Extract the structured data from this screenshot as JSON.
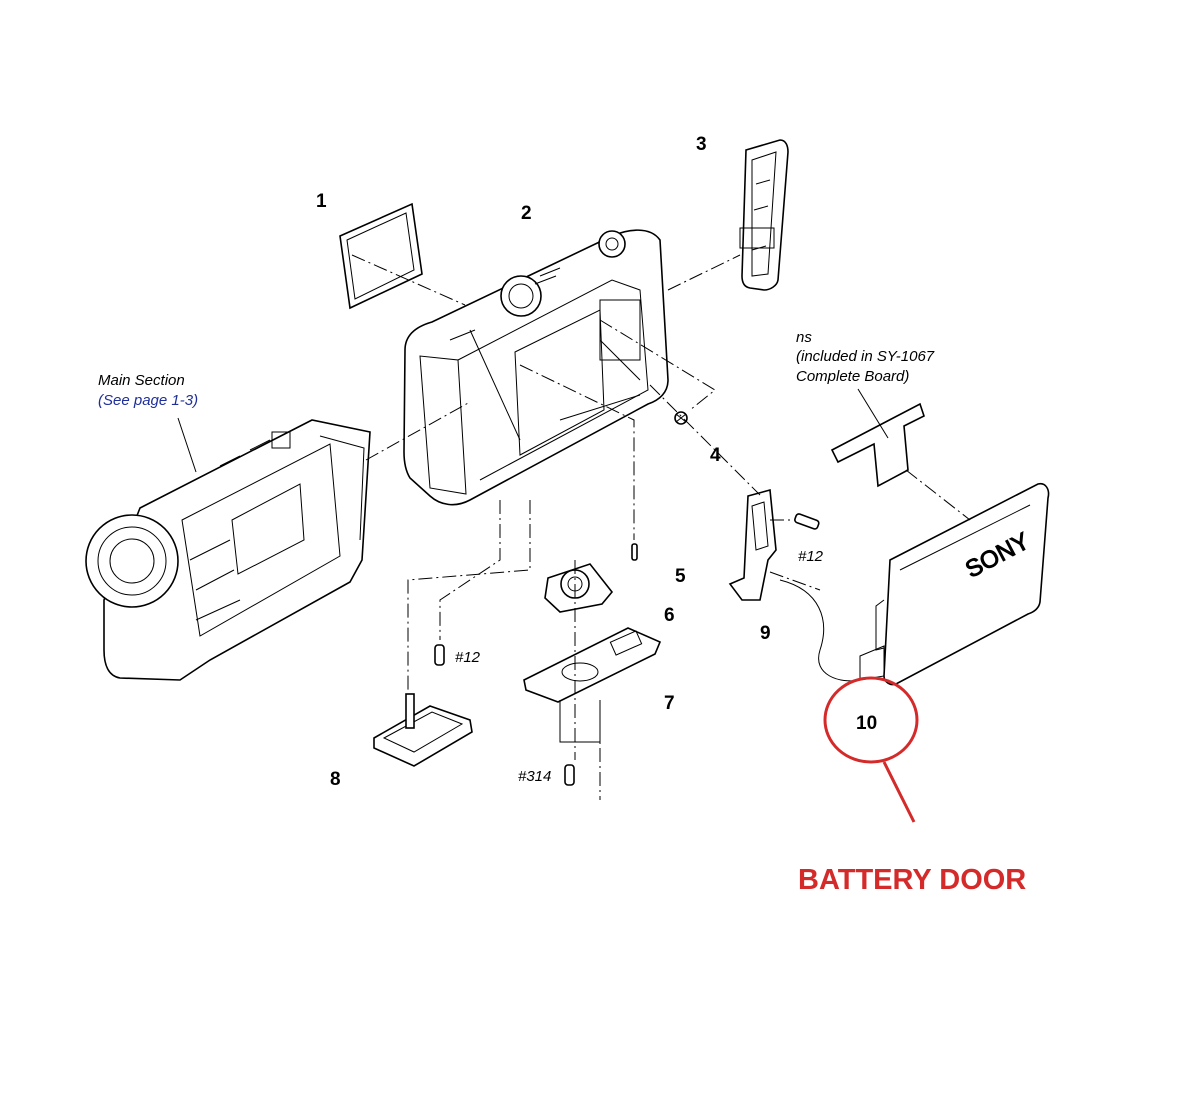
{
  "labels": {
    "p1": "1",
    "p2": "2",
    "p3": "3",
    "p4": "4",
    "p5": "5",
    "p6": "6",
    "p7": "7",
    "p8": "8",
    "p9": "9",
    "p10": "10"
  },
  "screws": {
    "s12a": "#12",
    "s12b": "#12",
    "s314": "#314"
  },
  "main_section": {
    "title": "Main Section",
    "ref": "(See page 1-3)"
  },
  "board_note": {
    "line1": "ns",
    "line2": "(included in SY-1067",
    "line3": "Complete Board)"
  },
  "brand_mark": "SONY",
  "callout": {
    "text": "BATTERY DOOR",
    "color": "#d42a2a"
  }
}
